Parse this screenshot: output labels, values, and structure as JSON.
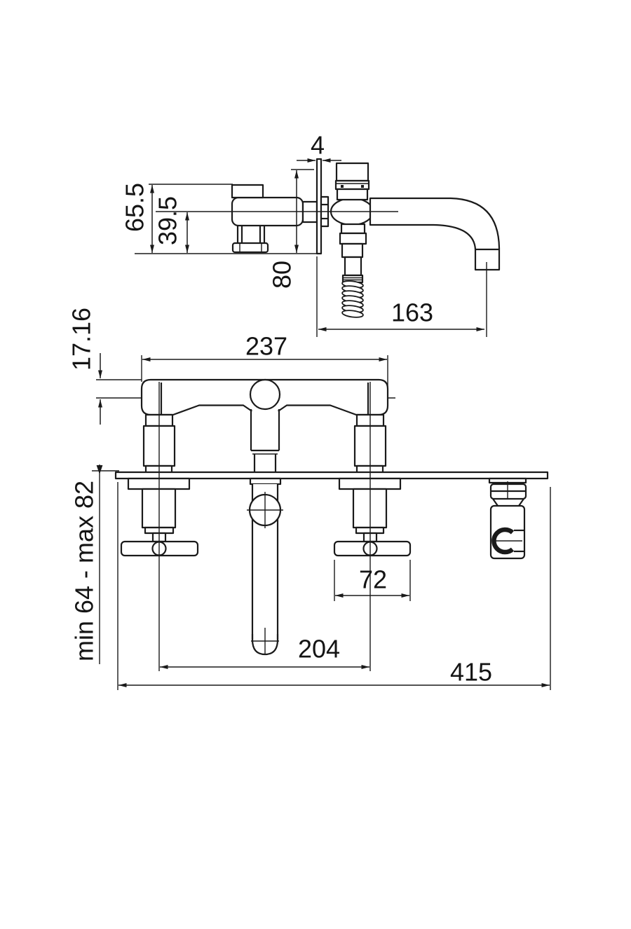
{
  "page": {
    "background": "#ffffff",
    "line_color": "#1a1a1a",
    "description": "Technical dimension drawing of a deck-mounted bath shower mixer tap, side view above and front view below"
  },
  "drawing": {
    "side_view": {
      "plate_thickness": "4",
      "body_top_height": "65.5",
      "spout_axis_height": "39.5",
      "diverter_drop": "80",
      "spout_reach": "163"
    },
    "front_view": {
      "body_top_offset": "17.16",
      "body_width": "237",
      "handle_width": "72",
      "valve_spacing": "204",
      "overall_width": "415",
      "deck_mount_range": "min 64 - max 82"
    }
  }
}
